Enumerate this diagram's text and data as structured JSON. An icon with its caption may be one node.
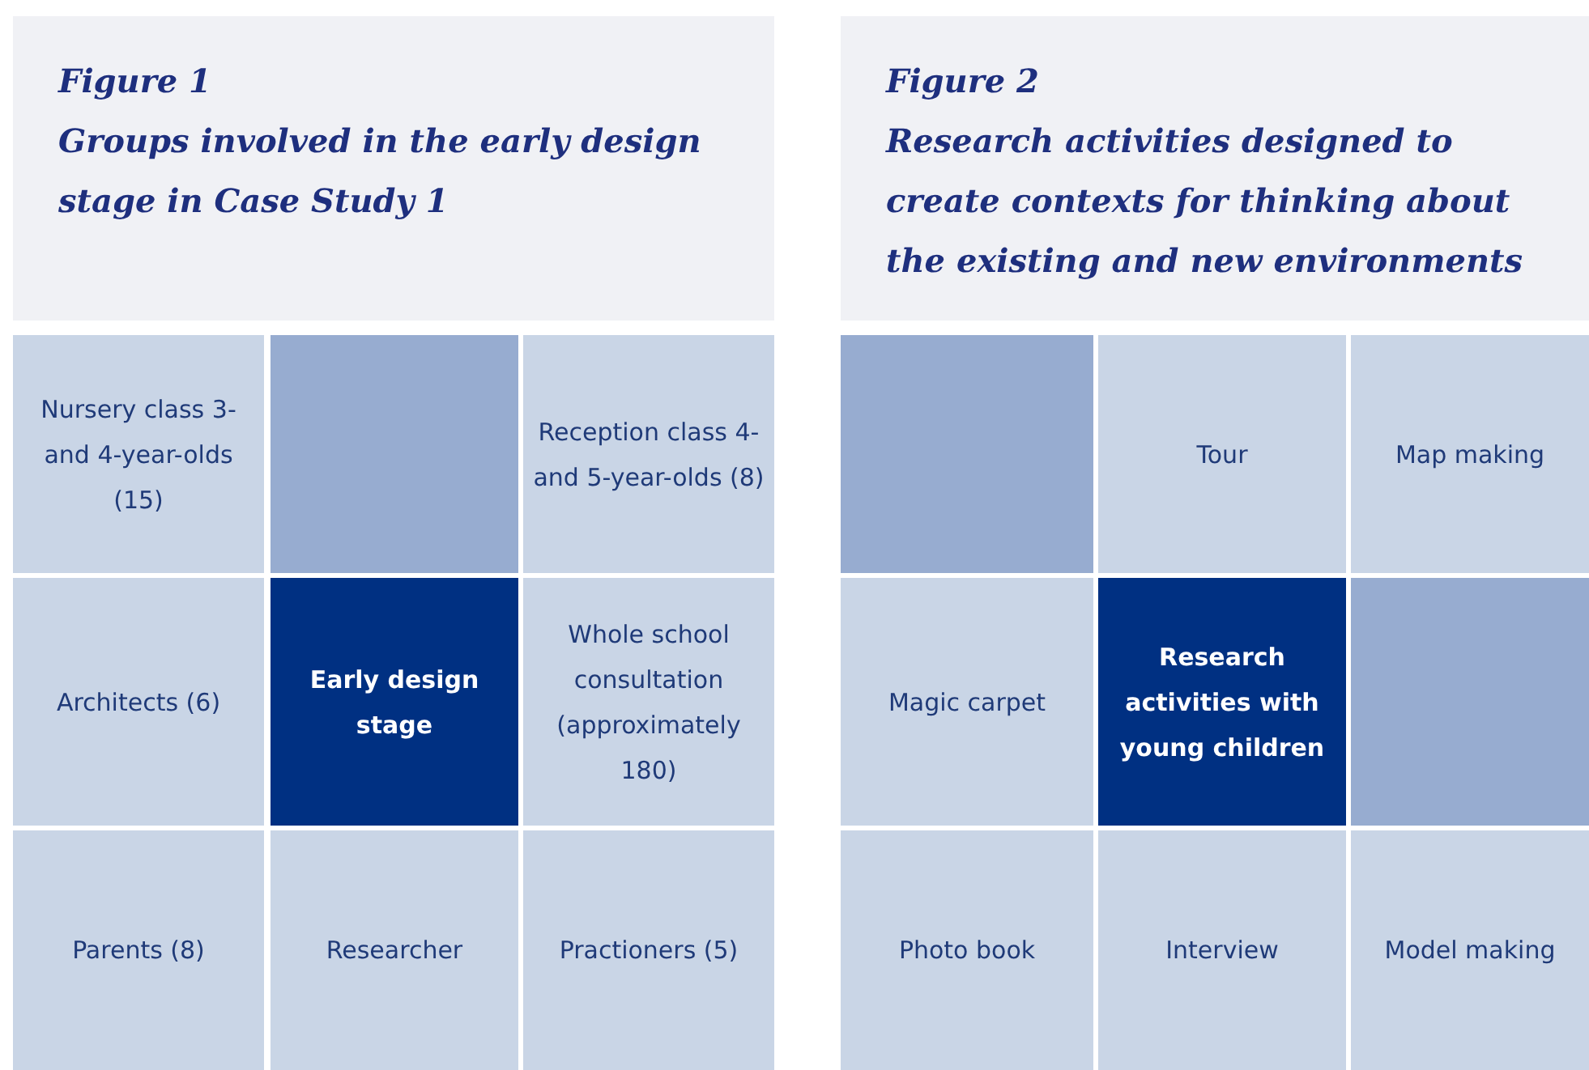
{
  "diagram": {
    "nodes": [
      {
        "text": [
          "Figure 1",
          "Groups involved in the early design stage in Case Study 1"
        ]
      },
      {
        "text": [
          "Nursery class 3- and 4-year-olds (15)"
        ]
      },
      {
        "text": [],
        "shape": "box"
      },
      {
        "text": [
          "Reception class 4- and 5-year-olds (8)"
        ]
      },
      {
        "text": [
          "Architects (6)"
        ]
      },
      {
        "text": [
          "Early design stage"
        ]
      },
      {
        "text": [
          "Whole school consultation (approximately 180)"
        ]
      },
      {
        "text": [
          "Parents (8)"
        ]
      },
      {
        "text": [
          "Researcher"
        ]
      },
      {
        "text": [
          "Practioners (5)"
        ]
      },
      {
        "text": [
          "Figure 2",
          "Research activities designed to create contexts for thinking about the existing and new environments"
        ]
      },
      {
        "text": [],
        "shape": "box"
      },
      {
        "text": [
          "Tour"
        ]
      },
      {
        "text": [
          "Map making"
        ]
      },
      {
        "text": [
          "Magic carpet"
        ]
      },
      {
        "text": [
          "Research activities with young children"
        ]
      },
      {
        "text": [],
        "shape": "box"
      },
      {
        "text": [
          "Photo book"
        ]
      },
      {
        "text": [
          "Interview"
        ]
      },
      {
        "text": [
          "Model making"
        ]
      }
    ],
    "edges": []
  }
}
